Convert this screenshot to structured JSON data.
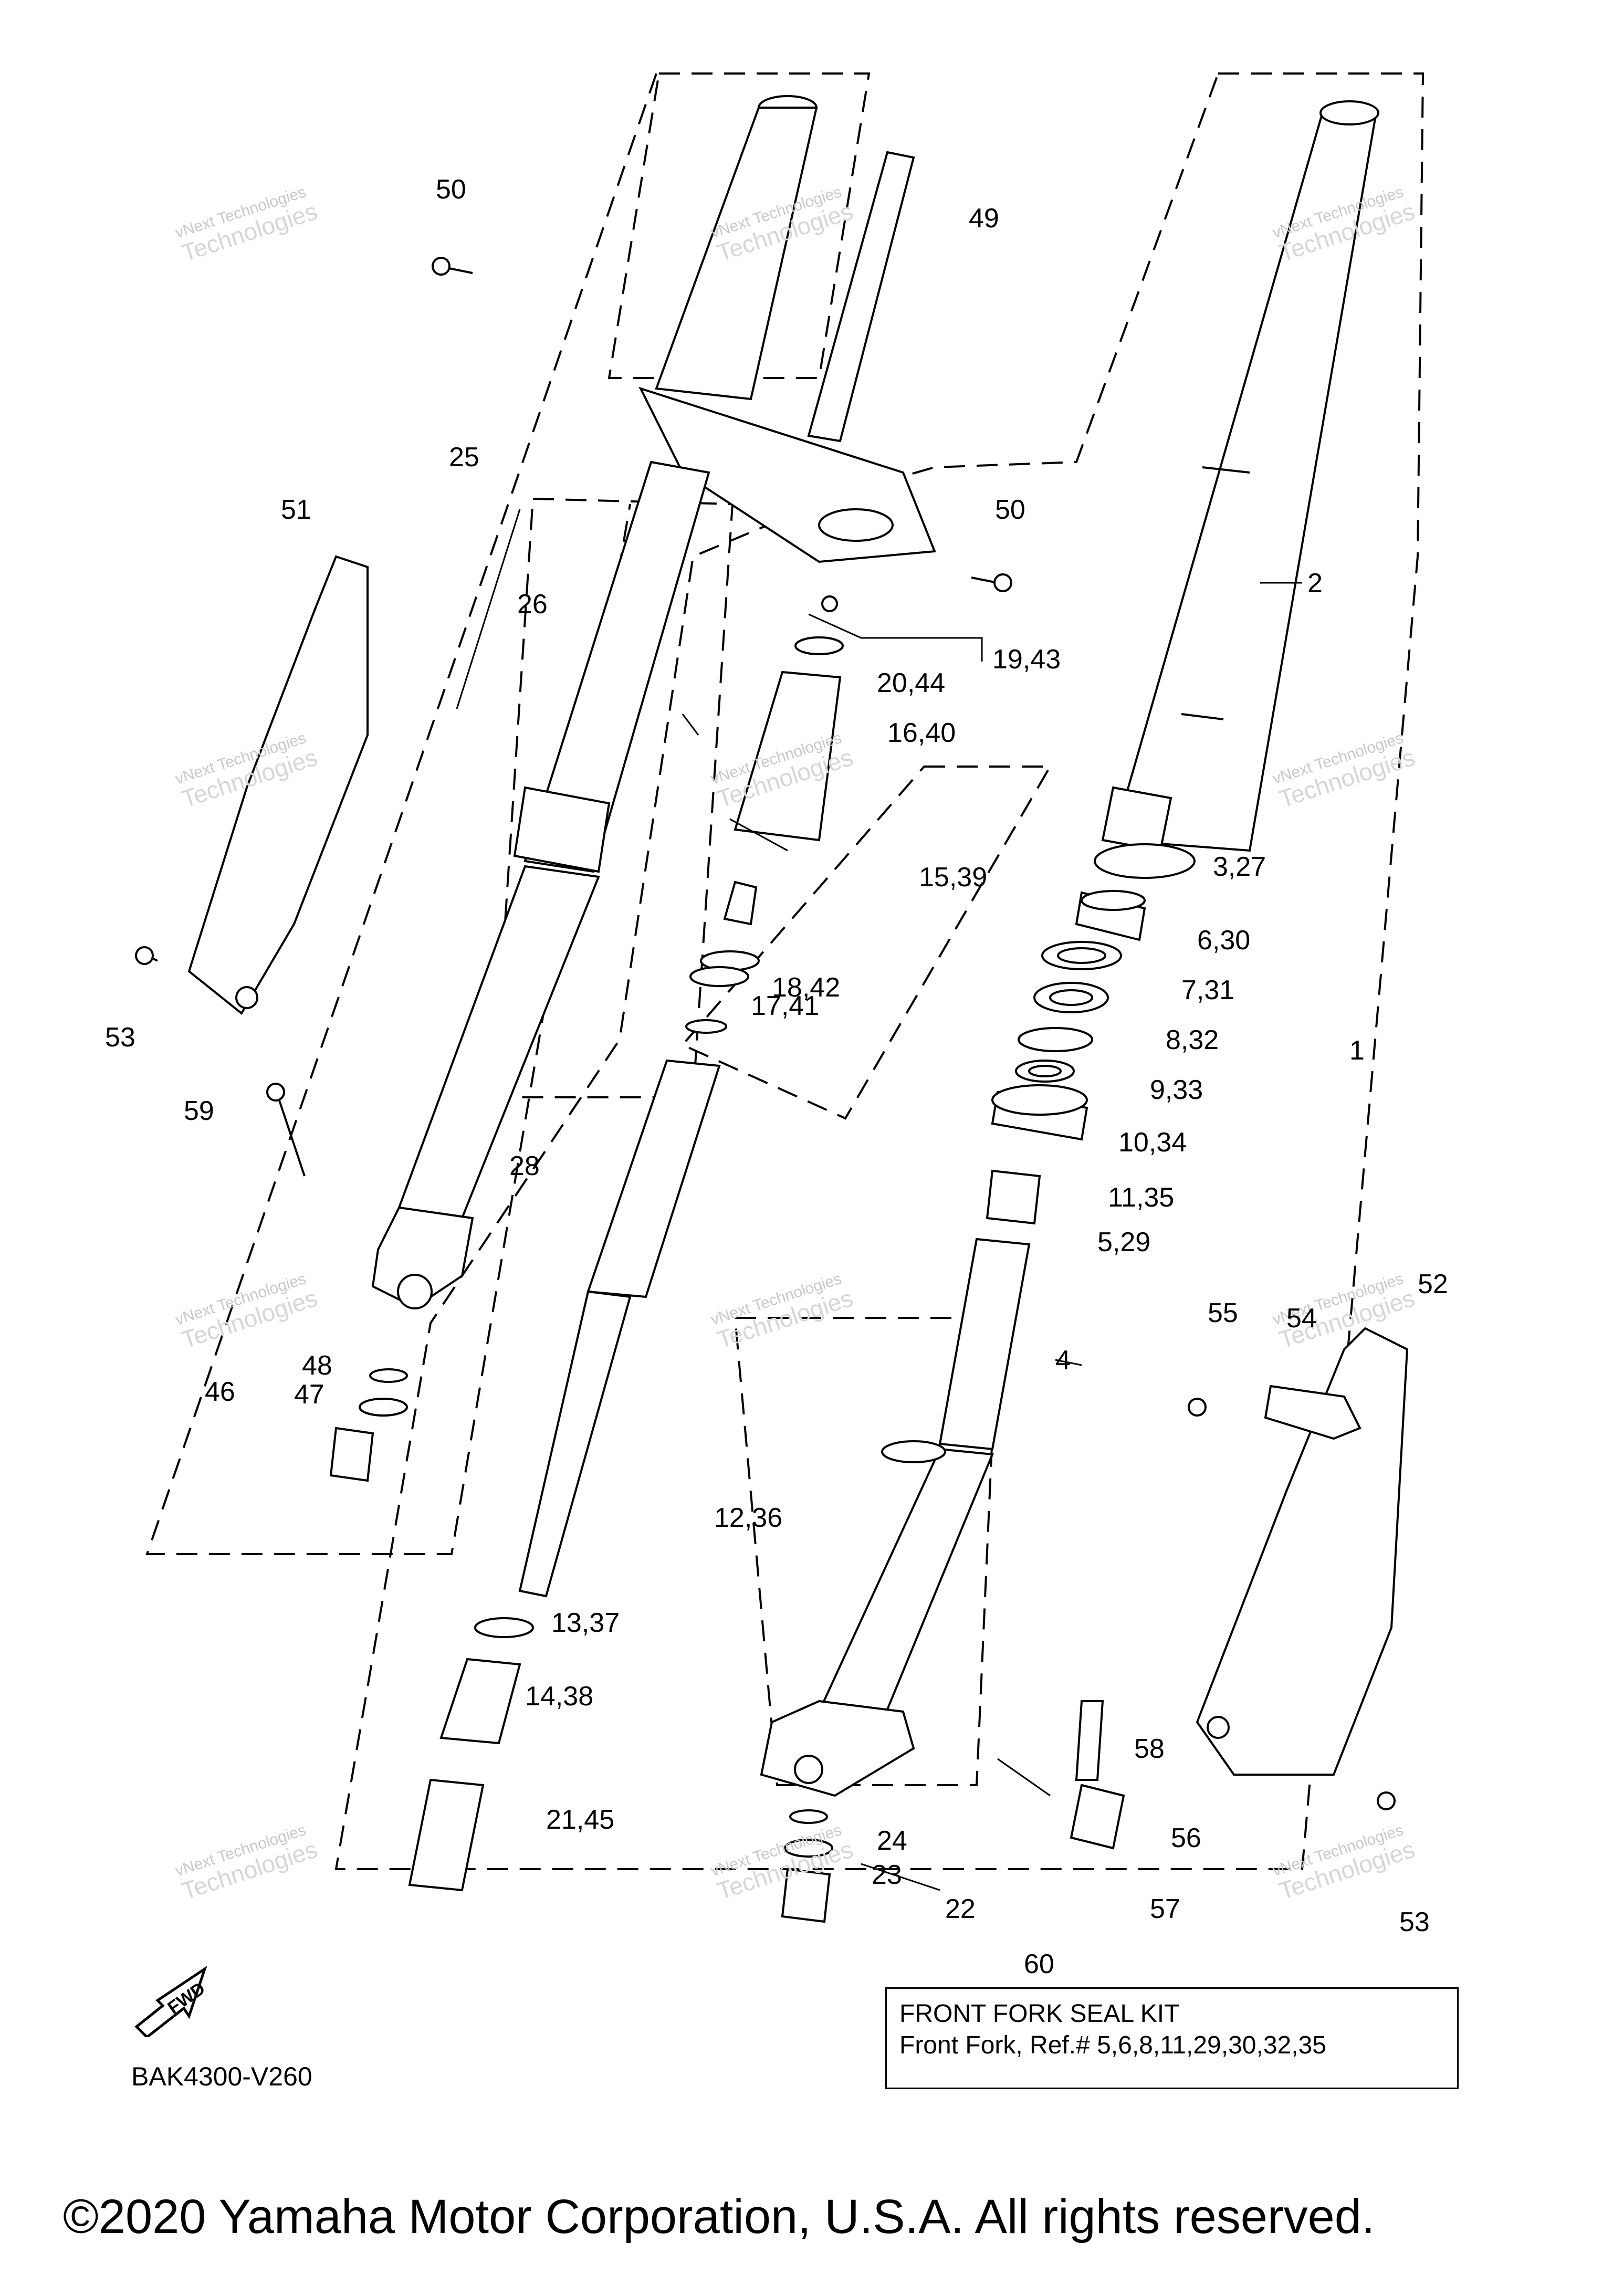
{
  "diagram_code": "BAK4300-V260",
  "copyright": "©2020 Yamaha Motor Corporation, U.S.A. All rights reserved.",
  "fwd_label": "FWD",
  "seal_kit": {
    "ref": "60",
    "title": "FRONT FORK SEAL KIT",
    "description": "Front Fork, Ref.# 5,6,8,11,29,30,32,35"
  },
  "watermark": {
    "line1": "vNext Technologies",
    "line2": "Technologies"
  },
  "callouts": {
    "c1": "1",
    "c2": "2",
    "c3_27": "3,27",
    "c4": "4",
    "c5_29": "5,29",
    "c6_30": "6,30",
    "c7_31": "7,31",
    "c8_32": "8,32",
    "c9_33": "9,33",
    "c10_34": "10,34",
    "c11_35": "11,35",
    "c12_36": "12,36",
    "c13_37": "13,37",
    "c14_38": "14,38",
    "c15_39": "15,39",
    "c16_40": "16,40",
    "c17_41": "17,41",
    "c18_42": "18,42",
    "c19_43": "19,43",
    "c20_44": "20,44",
    "c21_45": "21,45",
    "c22": "22",
    "c23": "23",
    "c24": "24",
    "c25": "25",
    "c26": "26",
    "c28": "28",
    "c46": "46",
    "c47": "47",
    "c48": "48",
    "c49": "49",
    "c50a": "50",
    "c50b": "50",
    "c51": "51",
    "c52": "52",
    "c53a": "53",
    "c53b": "53",
    "c54": "54",
    "c55": "55",
    "c56": "56",
    "c57": "57",
    "c58": "58",
    "c59": "59"
  }
}
